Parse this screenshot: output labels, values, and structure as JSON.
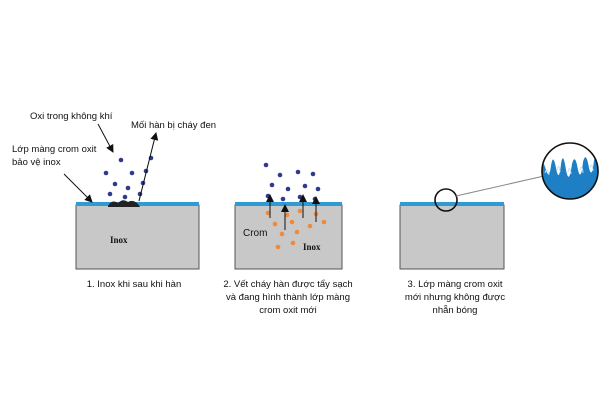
{
  "colors": {
    "block_fill": "#c8c8c8",
    "block_stroke": "#555555",
    "film": "#2f9ad3",
    "oxygen_dot": "#2e3a8c",
    "chromium_dot": "#ef8a3c",
    "weld_burn": "#222222",
    "ice_blue": "#1f7fc4"
  },
  "panel1": {
    "label_oxygen": "Oxi trong không khí",
    "label_weld": "Mối hàn bị cháy đen",
    "label_film_line1": "Lớp màng crom oxit",
    "label_film_line2": "bảo vệ inox",
    "block_label": "Inox",
    "caption": "1. Inox khi sau khi hàn"
  },
  "panel2": {
    "label_chromium": "Crom",
    "block_label": "Inox",
    "caption_line1": "2. Vết cháy hàn được tẩy sạch",
    "caption_line2": "và đang hình thành lớp màng",
    "caption_line3": "crom oxit mới"
  },
  "panel3": {
    "caption_line1": "3. Lớp màng crom oxit",
    "caption_line2": "mới nhưng không được",
    "caption_line3": "nhẵn bóng",
    "zoom_icon": "magnify-circle-icon"
  }
}
